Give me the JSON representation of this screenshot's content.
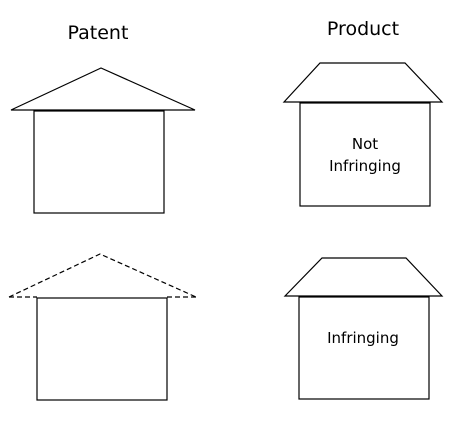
{
  "headings": {
    "patent": "Patent",
    "product": "Product"
  },
  "product_labels": {
    "top_line1": "Not",
    "top_line2": "Infringing",
    "bottom": "Infringing"
  },
  "colors": {
    "stroke": "#000000",
    "background": "#ffffff"
  }
}
